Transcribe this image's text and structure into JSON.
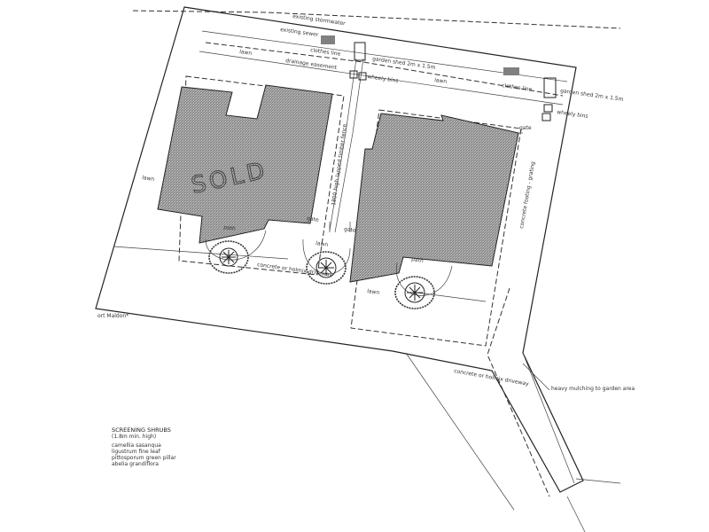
{
  "labels": {
    "existing_stormwater": "existing stormwater",
    "existing_sewer": "existing sewer",
    "clothes_line_1": "clothes line",
    "clothes_line_2": "clothes line",
    "lawn_top": "lawn",
    "drainage_easement": "drainage easement",
    "garden_shed_1": "garden shed 2m x 1.5m",
    "garden_shed_2": "garden shed 2m x 1.5m",
    "lawn_rear_right": "lawn",
    "wheely_bins_1": "wheely bins",
    "wheely_bins_2": "wheely bins",
    "gate_top_right": "gate",
    "lawn_left": "lawn",
    "sold": "SOLD",
    "fence_label": "1800 high lapped timber fence",
    "gate_mid_left": "gate",
    "gate_mid_right": "gate",
    "lawn_mid": "lawn",
    "path_left": "path",
    "path_right": "path",
    "concrete_driveway_1": "concrete or holmix driveway",
    "lawn_front": "lawn",
    "concrete_fence_right": "concrete footing - grating",
    "road_name": "ort Maldon*",
    "concrete_driveway_2": "concrete or holmix driveway",
    "heavy_mulching": "heavy mulching to garden area",
    "screening_title": "SCREENING SHRUBS",
    "screening_height": "(1.8m min. high)",
    "shrub_1": "camellia sasanqua",
    "shrub_2": "ligustrum fine leaf",
    "shrub_3": "pittosporum green pillar",
    "shrub_4": "abelia grandiflora"
  },
  "colors": {
    "ink": "#222222",
    "hatch": "#8a8a8a",
    "bins": "#6a6a6a"
  }
}
